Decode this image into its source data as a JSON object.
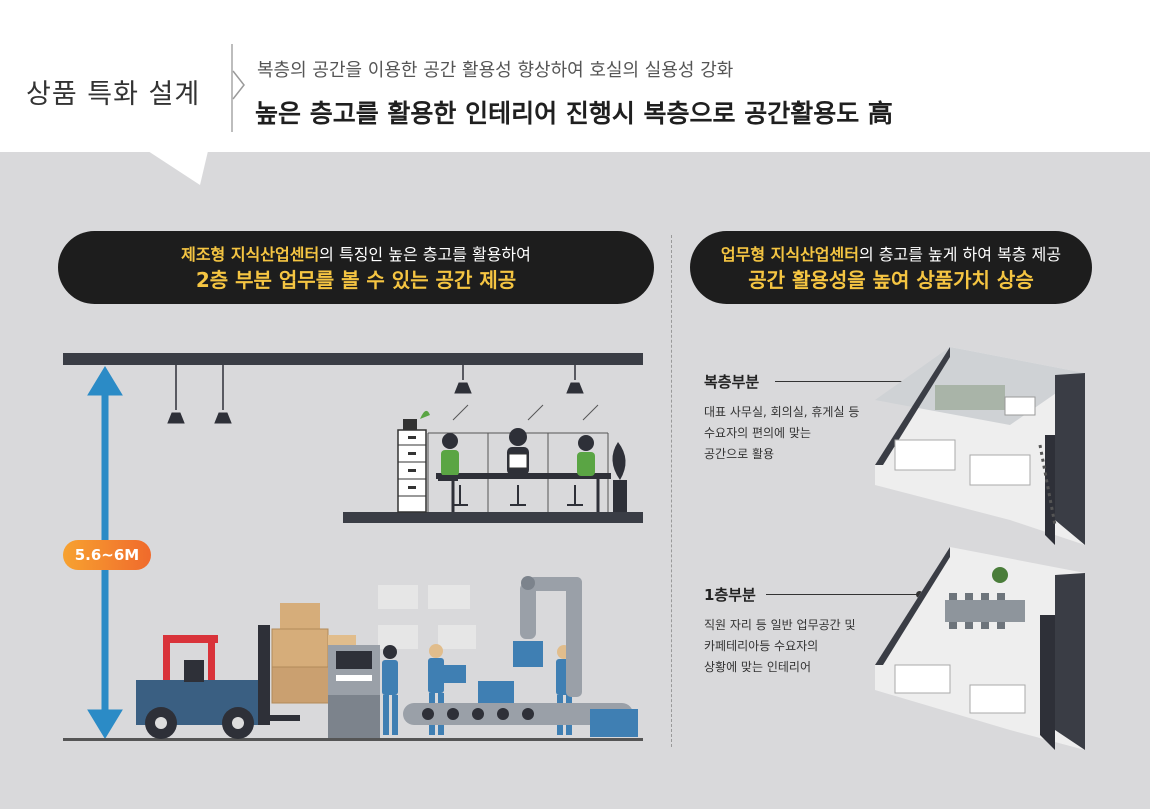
{
  "header": {
    "section_title": "상품 특화 설계",
    "sub_line": "복층의 공간을 이용한 공간 활용성 향상하여 호실의 실용성 강화",
    "main_line": "높은 층고를 활용한 인테리어 진행시 복층으로 공간활용도 高"
  },
  "left": {
    "pill_highlight": "제조형 지식산업센터",
    "pill_line1_rest": "의 특징인 높은 층고를 활용하여",
    "pill_line2": "2층 부분 업무를 볼 수 있는 공간 제공",
    "height_badge": "5.6~6M"
  },
  "right": {
    "pill_highlight": "업무형 지식산업센터",
    "pill_line1_rest": "의 층고를 높게 하여 복층 제공",
    "pill_line2": "공간 활용성을 높여 상품가치 상승",
    "upper": {
      "title": "복층부분",
      "desc": [
        "대표 사무실, 회의실, 휴게실 등",
        "수요자의 편의에 맞는",
        "공간으로 활용"
      ]
    },
    "lower": {
      "title": "1층부분",
      "desc": [
        "직원 자리 등 일반 업무공간 및",
        "카페테리아등 수요자의",
        "상황에 맞는 인테리어"
      ]
    }
  },
  "colors": {
    "panel_bg": "#d9d9db",
    "pill_bg": "#1d1d1d",
    "highlight": "#f5c542",
    "measure_blue": "#2b8bc6",
    "badge_orange": "#f37a2d",
    "worker_blue": "#3f7fb3",
    "shirt_green": "#5aa544"
  },
  "icons": [
    "forklift-icon",
    "robot-arm-icon",
    "conveyor-icon",
    "pendant-lamp-icon",
    "plant-icon",
    "filing-cabinet-icon",
    "laptop-icon"
  ]
}
